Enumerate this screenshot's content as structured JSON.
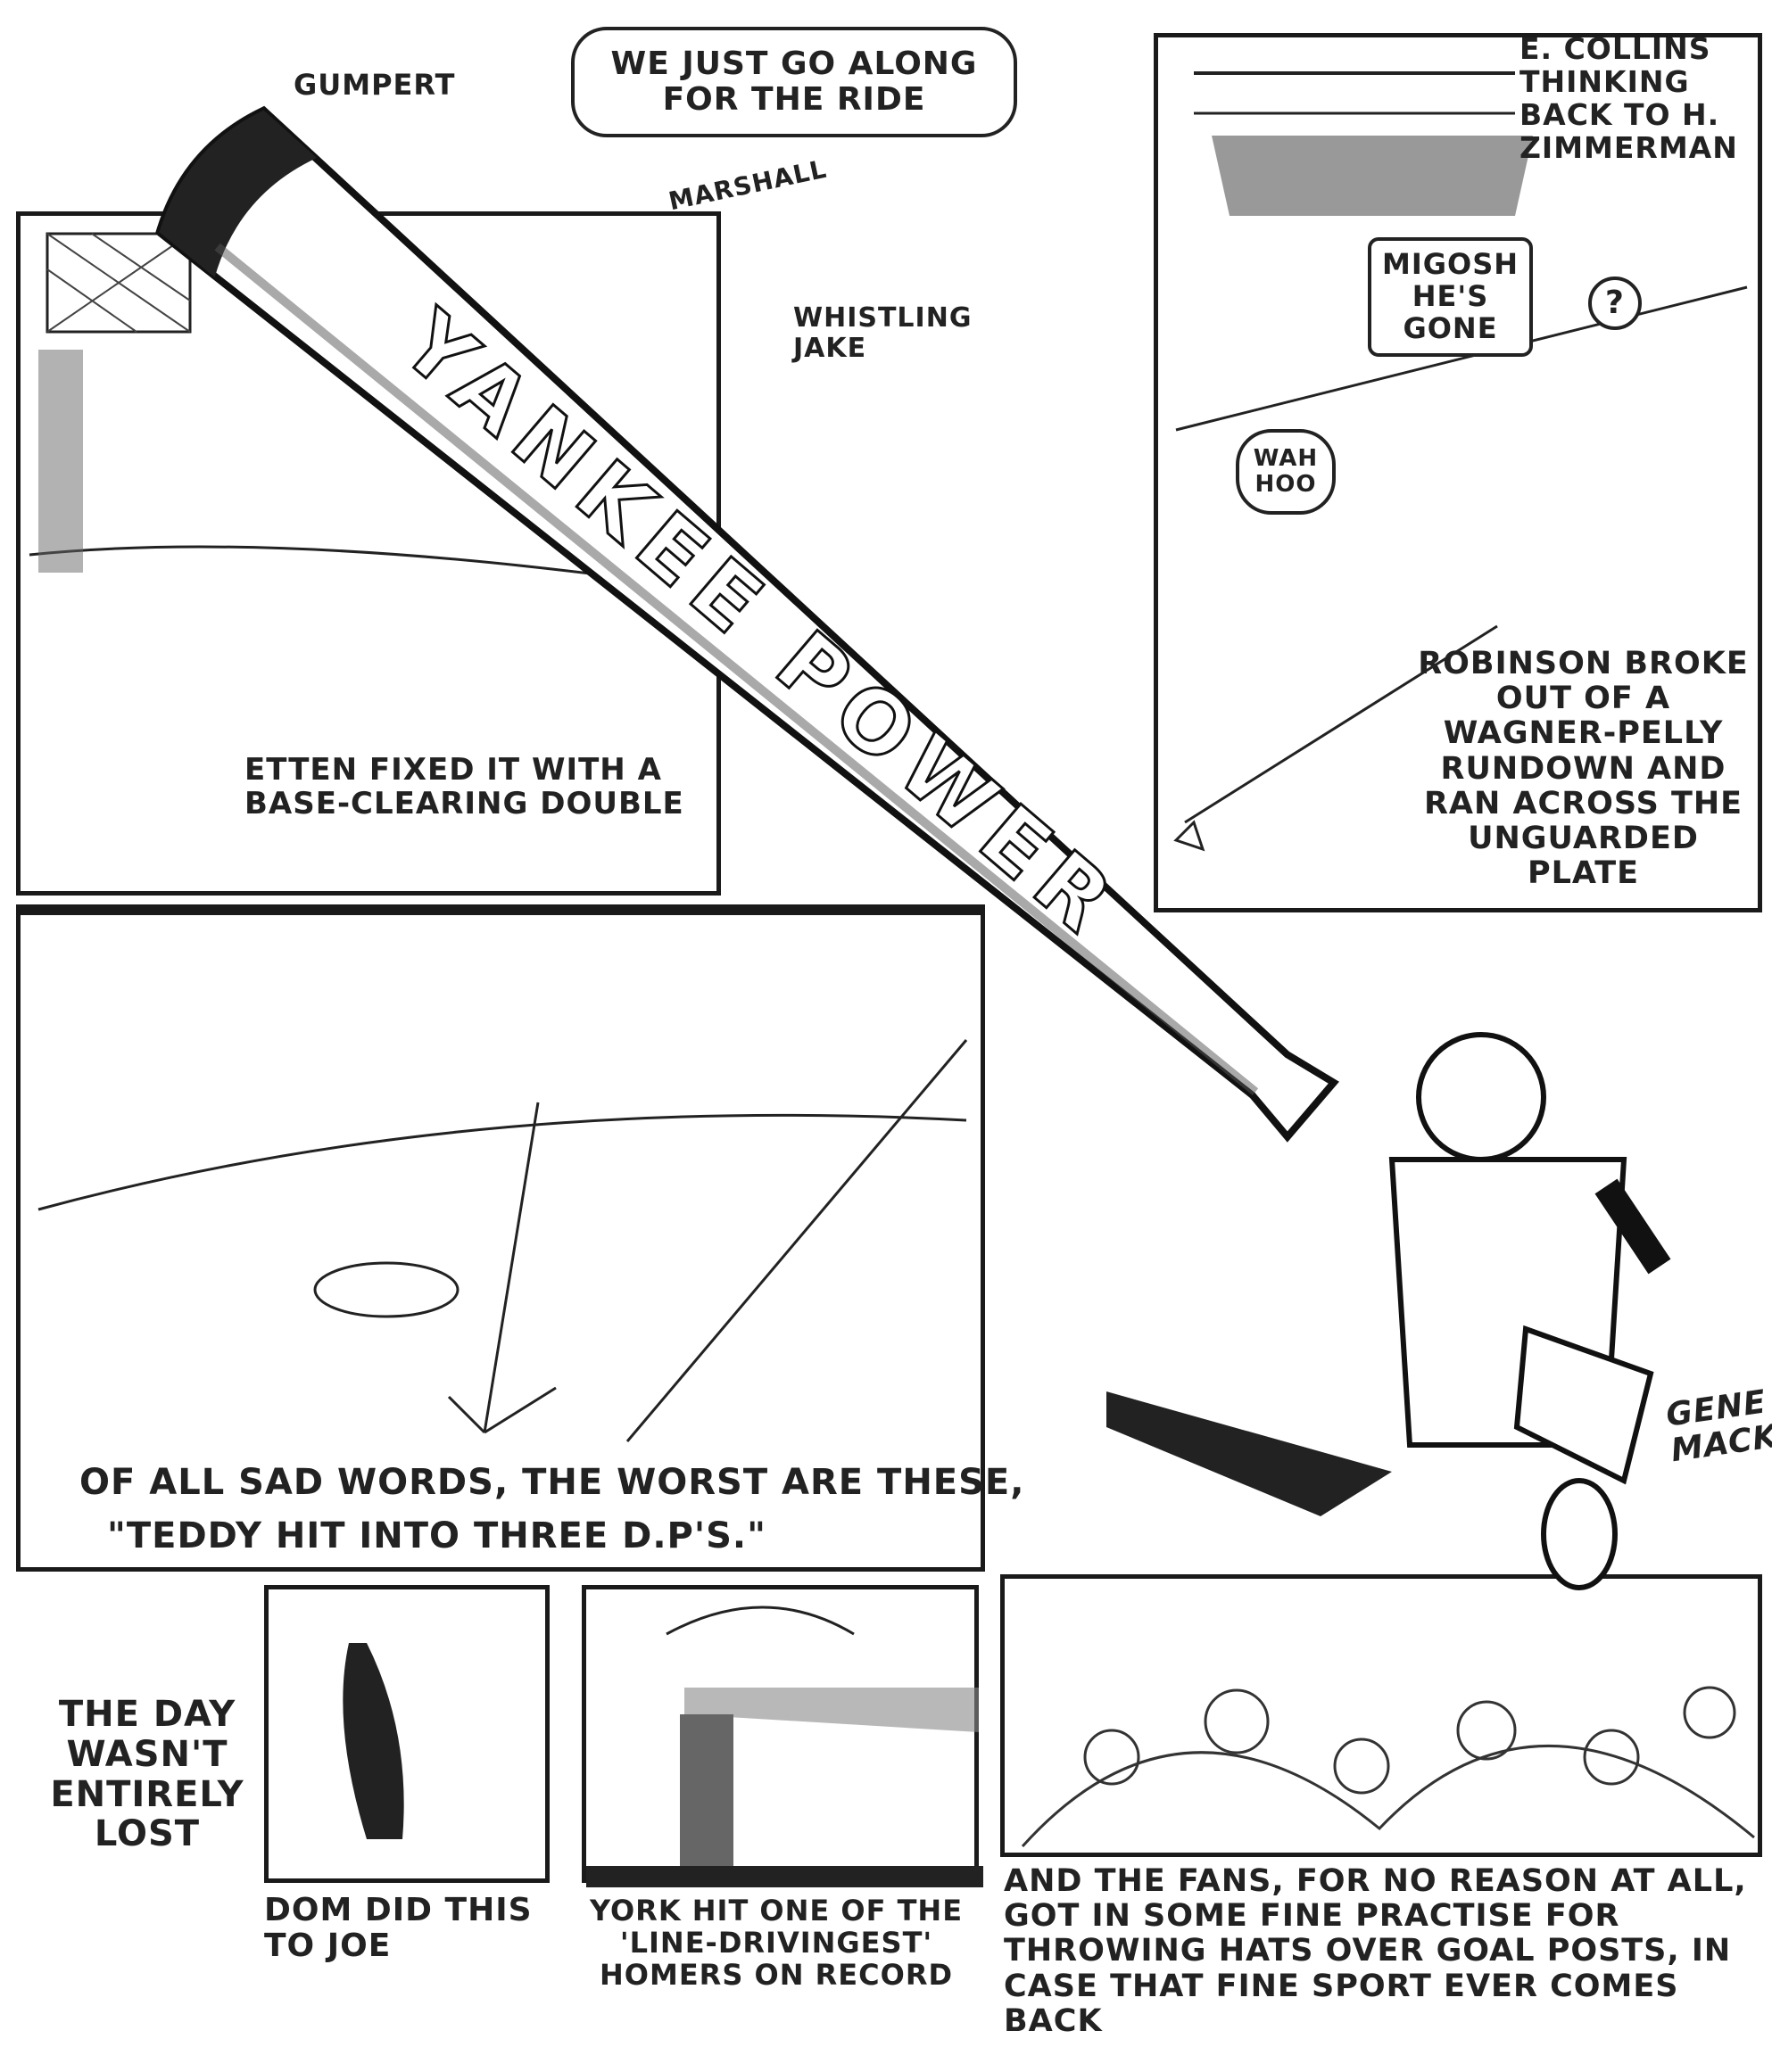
{
  "bat_label": "YANKEE POWER",
  "top_left": {
    "names": {
      "gumpert": "GUMPERT",
      "marshall": "MARSHALL",
      "whistling_jake": "WHISTLING JAKE"
    },
    "speech": "WE JUST GO ALONG FOR THE RIDE",
    "caption": "ETTEN FIXED IT WITH A BASE-CLEARING DOUBLE"
  },
  "top_right": {
    "note": "E. COLLINS THINKING BACK TO H. ZIMMERMAN",
    "sign": "MIGOSH HE'S GONE",
    "question": "?",
    "shout": "WAH HOO",
    "caption": "ROBINSON BROKE OUT OF A WAGNER-PELLY RUNDOWN AND RAN ACROSS THE UNGUARDED PLATE"
  },
  "middle": {
    "caption_line1": "OF ALL SAD WORDS, THE WORST ARE THESE,",
    "caption_line2": "\"TEDDY HIT INTO THREE D.P's.\""
  },
  "bottom": {
    "intro": "THE DAY WASN'T ENTIRELY LOST",
    "panel1_caption": "DOM DID THIS TO JOE",
    "panel2_caption": "YORK HIT ONE OF THE 'LINE-DRIVINGEST' HOMERS ON RECORD",
    "panel3_caption": "AND THE FANS, FOR NO REASON AT ALL, GOT IN SOME FINE PRACTISE FOR THROWING HATS OVER GOAL POSTS, IN CASE THAT FINE SPORT EVER COMES BACK"
  },
  "signature": "GENE MACK"
}
